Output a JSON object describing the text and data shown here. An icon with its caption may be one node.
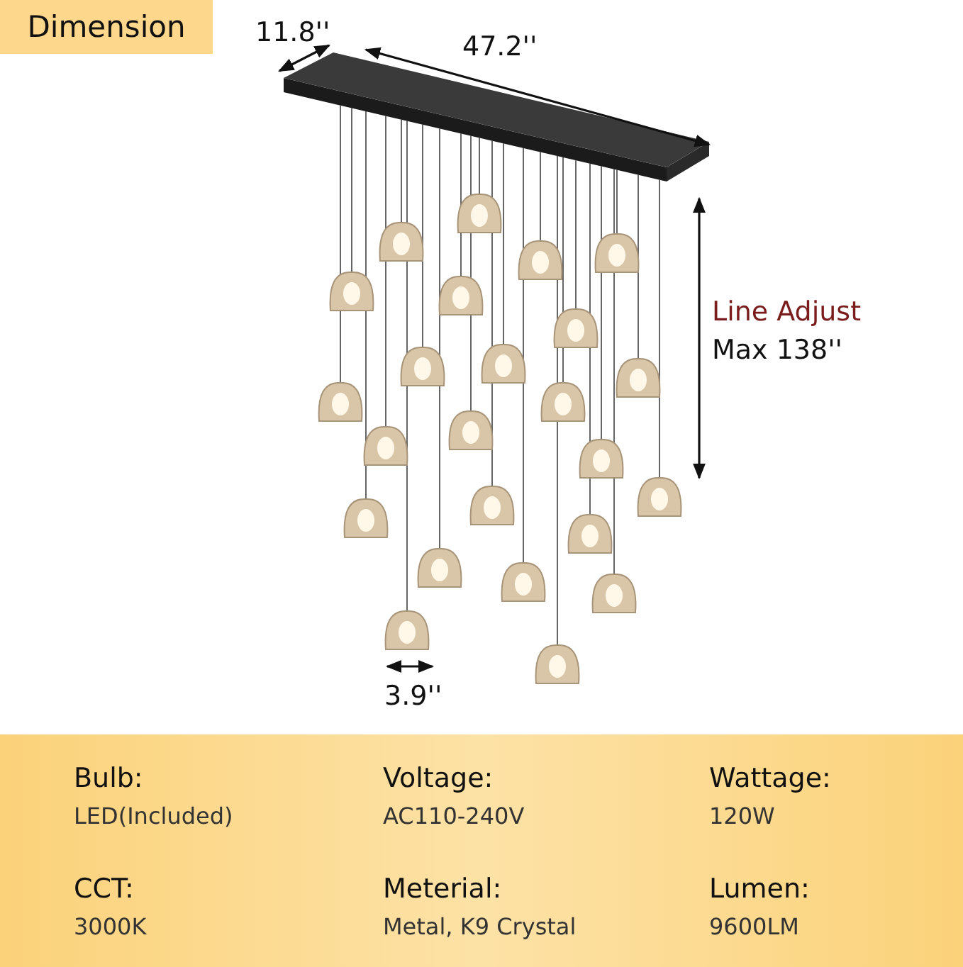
{
  "diagram": {
    "title": "Dimension",
    "labels": [
      "11.8''",
      "47.2''",
      "Line Adjust",
      "Max 138''",
      "3.9''",
      "Bulb:",
      "Voltage:",
      "Wattage:",
      "LED(Included)",
      "AC110-240V",
      "120W",
      "CCT:",
      "Meterial:",
      "Lumen:",
      "3000K",
      "Metal, K9 Crystal",
      "9600LM"
    ]
  }
}
